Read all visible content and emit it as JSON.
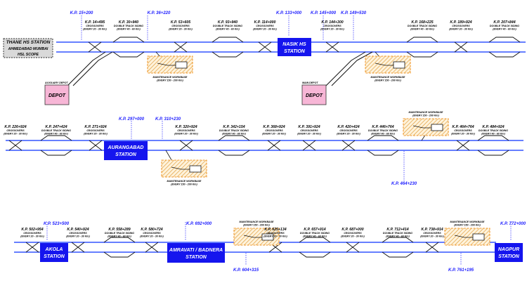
{
  "title": {
    "station": "THANE HS STATION",
    "line2": "AHMEDABAD MUMBAI",
    "line3": "HSL SCOPE"
  },
  "stations": [
    {
      "id": "nasik",
      "l1": "NASIK HS",
      "l2": "STATION"
    },
    {
      "id": "aurangabad",
      "l1": "AURANGABAD",
      "l2": "STATION"
    },
    {
      "id": "akola",
      "l1": "AKOLA",
      "l2": "STATION"
    },
    {
      "id": "amravati",
      "l1": "AMRAVATI / BADNERA",
      "l2": "STATION"
    },
    {
      "id": "nagpur",
      "l1": "NAGPUR",
      "l2": "STATION"
    }
  ],
  "depots": [
    {
      "id": "depot1",
      "label": "DEPOT",
      "caption": "AUXILIARY DEPOT"
    },
    {
      "id": "depot2",
      "label": "DEPOT",
      "caption": "MAIN DEPOT"
    }
  ],
  "blue_kp": [
    "K.P. 15+200",
    "K.P. 36+220",
    "K.P. 133+000",
    "K.P. 145+000",
    "K.P. 149+530",
    "K.P. 297+000",
    "K.P. 310+230",
    "K.P. 464+230",
    "K.P. 523+500",
    "K.P. 692+000",
    "K.P. 604+315",
    "K.P. 761+195",
    "K.P. 772+000"
  ],
  "black_kp": [
    {
      "kp": "K.P. 14+495",
      "s1": "CROSSOVERS",
      "s2": "(EVERY 20 - 30 Km)"
    },
    {
      "kp": "K.P. 30+940",
      "s1": "DOUBLE TRACK SIDING",
      "s2": "(EVERY 40 - 60 Km)"
    },
    {
      "kp": "K.P. 53+605",
      "s1": "CROSSOVERS",
      "s2": "(EVERY 20 - 30 Km)"
    },
    {
      "kp": "K.P. 93+940",
      "s1": "DOUBLE TRACK SIDING",
      "s2": "(EVERY 40 - 60 Km)"
    },
    {
      "kp": "K.P. 114+000",
      "s1": "CROSSOVERS",
      "s2": "(EVERY 20 - 30 Km)"
    },
    {
      "kp": "K.P. 144+300",
      "s1": "CROSSOVERS",
      "s2": "(EVERY 20 - 30 Km)"
    },
    {
      "kp": "K.P. 168+225",
      "s1": "DOUBLE TRACK SIDING",
      "s2": "(EVERY 40 - 60 Km)"
    },
    {
      "kp": "K.P. 189+924",
      "s1": "CROSSOVERS",
      "s2": "(EVERY 20 - 30 Km)"
    },
    {
      "kp": "K.P. 207+844",
      "s1": "DOUBLE TRACK SIDING",
      "s2": "(EVERY 40 - 60 Km)"
    },
    {
      "kp": "K.P. 226+924",
      "s1": "CROSSOVERS",
      "s2": "(EVERY 20 - 30 Km)"
    },
    {
      "kp": "K.P. 247+424",
      "s1": "DOUBLE TRACK SIDING",
      "s2": "(EVERY 40 - 60 Km)"
    },
    {
      "kp": "K.P. 271+924",
      "s1": "CROSSOVERS",
      "s2": "(EVERY 20 - 30 Km)"
    },
    {
      "kp": "K.P. 320+924",
      "s1": "CROSSOVERS",
      "s2": "(EVERY 20 - 30 Km)"
    },
    {
      "kp": "K.P. 342+154",
      "s1": "DOUBLE TRACK SIDING",
      "s2": "(EVERY 40 - 60 Km)"
    },
    {
      "kp": "K.P. 368+924",
      "s1": "CROSSOVERS",
      "s2": "(EVERY 20 - 30 Km)"
    },
    {
      "kp": "K.P. 391+924",
      "s1": "CROSSOVERS",
      "s2": "(EVERY 20 - 30 Km)"
    },
    {
      "kp": "K.P. 420+424",
      "s1": "CROSSOVERS",
      "s2": "(EVERY 20 - 30 Km)"
    },
    {
      "kp": "K.P. 446+764",
      "s1": "DOUBLE TRACK SIDING",
      "s2": "(EVERY 40 - 60 Km)"
    },
    {
      "kp": "K.P. 464+764",
      "s1": "CROSSOVERS",
      "s2": "(EVERY 20 - 30 Km)"
    },
    {
      "kp": "K.P. 484+924",
      "s1": "DOUBLE TRACK SIDING",
      "s2": "(EVERY 40 - 60 Km)"
    },
    {
      "kp": "K.P. 502+954",
      "s1": "CROSSOVERS",
      "s2": "(EVERY 20 - 30 Km)"
    },
    {
      "kp": "K.P. 540+924",
      "s1": "CROSSOVERS",
      "s2": "(EVERY 20 - 30 Km)"
    },
    {
      "kp": "K.P. 558+289",
      "s1": "DOUBLE TRACK SIDING",
      "s2": "(EVERY 40 - 60 Km)"
    },
    {
      "kp": "K.P. 580+724",
      "s1": "CROSSOVERS",
      "s2": "(EVERY 20 - 30 Km)"
    },
    {
      "kp": "K.P. 625+134",
      "s1": "CROSSOVERS",
      "s2": "(EVERY 20 - 30 Km)"
    },
    {
      "kp": "K.P. 657+914",
      "s1": "DOUBLE TRACK SIDING",
      "s2": "(EVERY 40 - 60 Km)"
    },
    {
      "kp": "K.P. 687+000",
      "s1": "CROSSOVERS",
      "s2": "(EVERY 20 - 30 Km)"
    },
    {
      "kp": "K.P. 712+414",
      "s1": "DOUBLE TRACK SIDING",
      "s2": "(EVERY 40 - 60 Km)"
    },
    {
      "kp": "K.P. 738+914",
      "s1": "CROSSOVERS",
      "s2": "(EVERY 20 - 30 Km)"
    }
  ],
  "maintenance": {
    "l1": "MAINTENANCE WORKBASE",
    "l2": "(EVERY 150 - 200 Km)"
  },
  "colors": {
    "track": "#3355ff",
    "station": "#1515ee",
    "depot": "#f7b6d6",
    "workbase": "#f29a2e"
  }
}
